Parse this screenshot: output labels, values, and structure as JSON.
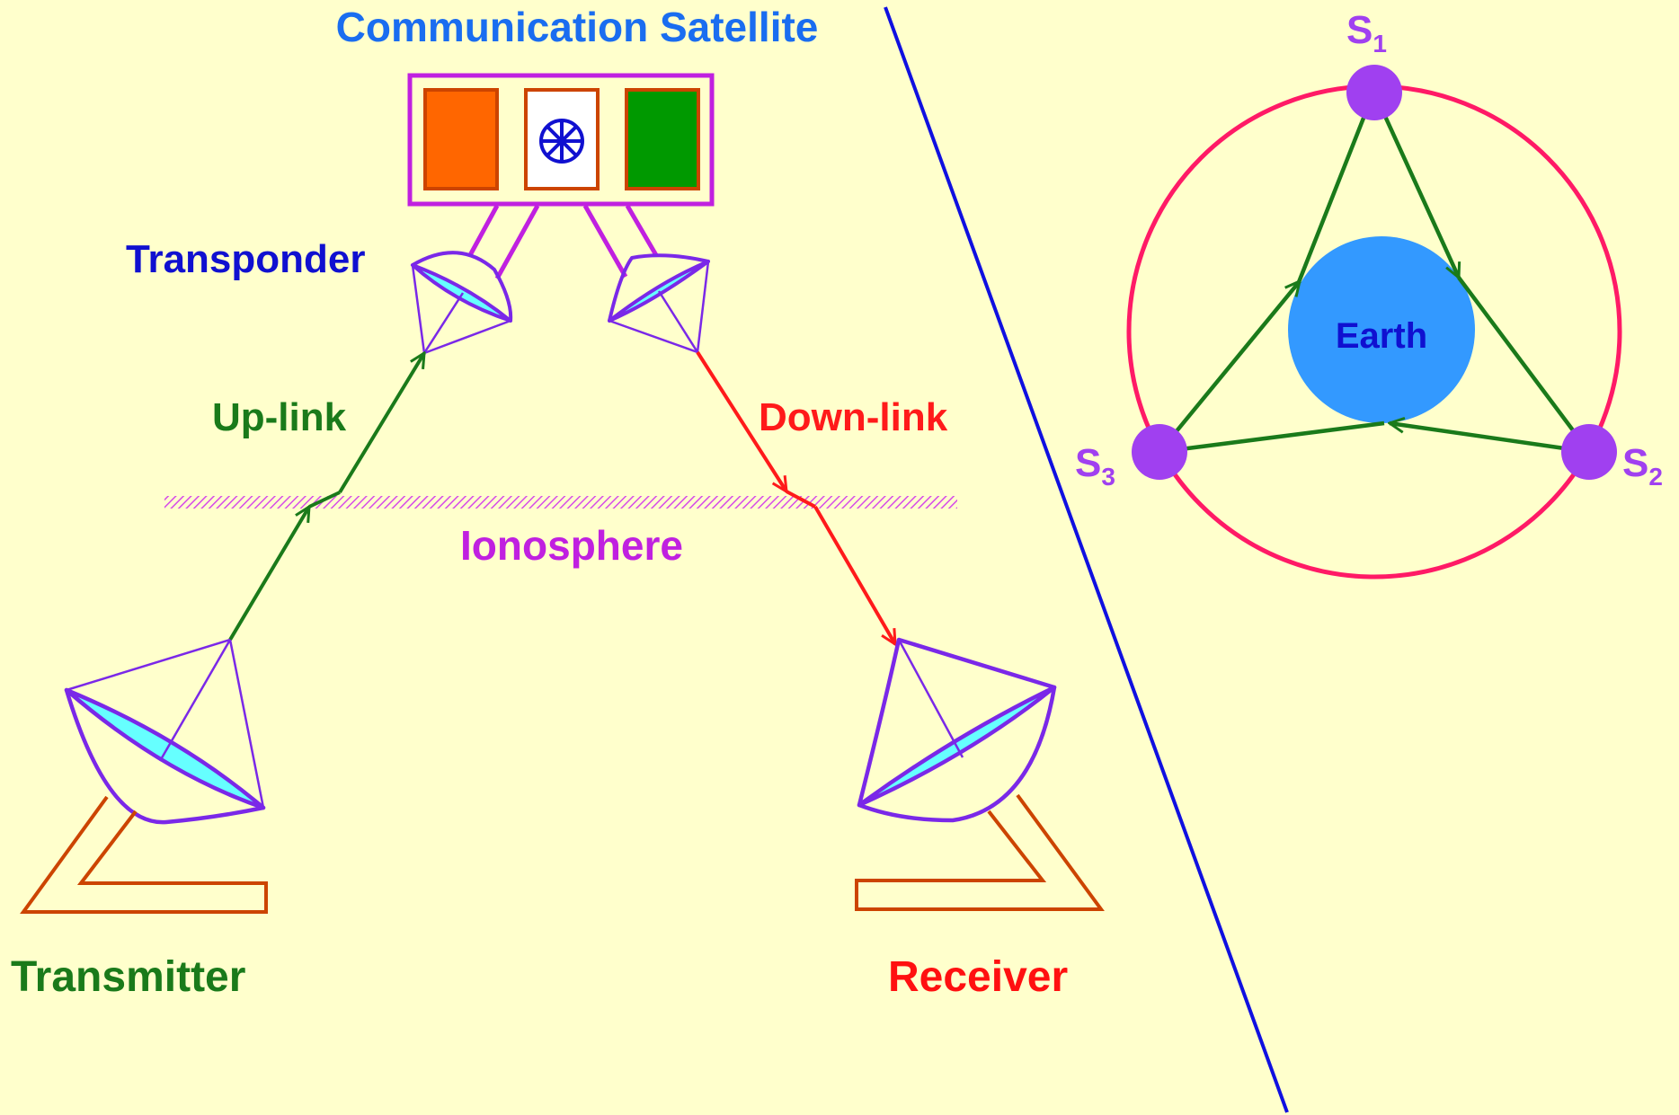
{
  "labels": {
    "satellite": "Communication Satellite",
    "transponder": "Transponder",
    "uplink": "Up-link",
    "downlink": "Down-link",
    "ionosphere": "Ionosphere",
    "transmitter": "Transmitter",
    "receiver": "Receiver",
    "earth": "Earth",
    "s1": "S",
    "s1_sub": "1",
    "s2": "S",
    "s2_sub": "2",
    "s3": "S",
    "s3_sub": "3"
  },
  "colors": {
    "background": "#ffffcc",
    "satellite_label": "#1a6df0",
    "transponder_label": "#1010d0",
    "uplink": "#1a7a1a",
    "downlink": "#ff1a1a",
    "ionosphere": "#c020e0",
    "transmitter_label": "#1a7a1a",
    "receiver_label": "#ff1010",
    "dish_outline": "#7a28e8",
    "dish_fill": "#66ffff",
    "stand": "#cc4400",
    "orbit": "#ff1a66",
    "earth_fill": "#3399ff",
    "earth_label": "#1010d0",
    "satellite_node": "#a040f0",
    "divider": "#1010e0",
    "flag_saffron": "#ff6600",
    "flag_green": "#009900",
    "flag_wheel": "#1010d0"
  }
}
